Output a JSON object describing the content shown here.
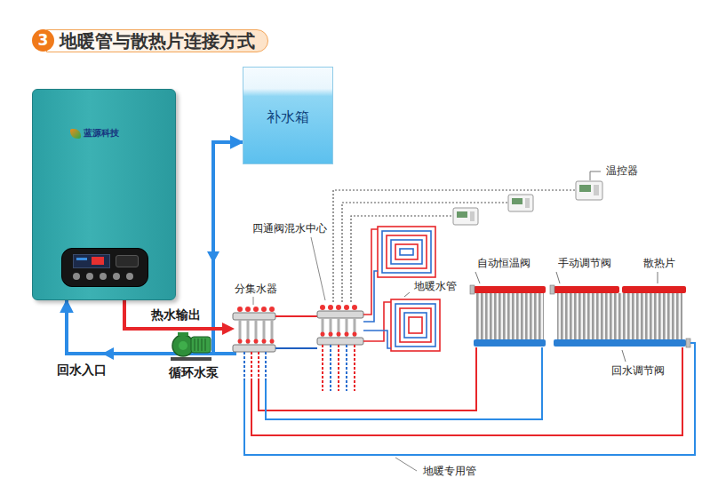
{
  "diagram": {
    "title": "地暖管与散热片连接方式",
    "nodes": [
      {
        "text": [
          "3"
        ]
      },
      {
        "text": [
          "蓝源科技"
        ]
      },
      {
        "text": [
          "补水箱"
        ]
      }
    ],
    "edges": [
      {
        "from": 2,
        "to": 1,
        "arrow": "both"
      }
    ],
    "labels": [
      "热水输出",
      "回水入口",
      "循环水泵",
      "分集水器",
      "四通阀混水中心",
      "温控器",
      "地暖水管",
      "自动恒温阀",
      "手动调节阀",
      "散热片",
      "回水调节阀",
      "地暖专用管"
    ]
  }
}
